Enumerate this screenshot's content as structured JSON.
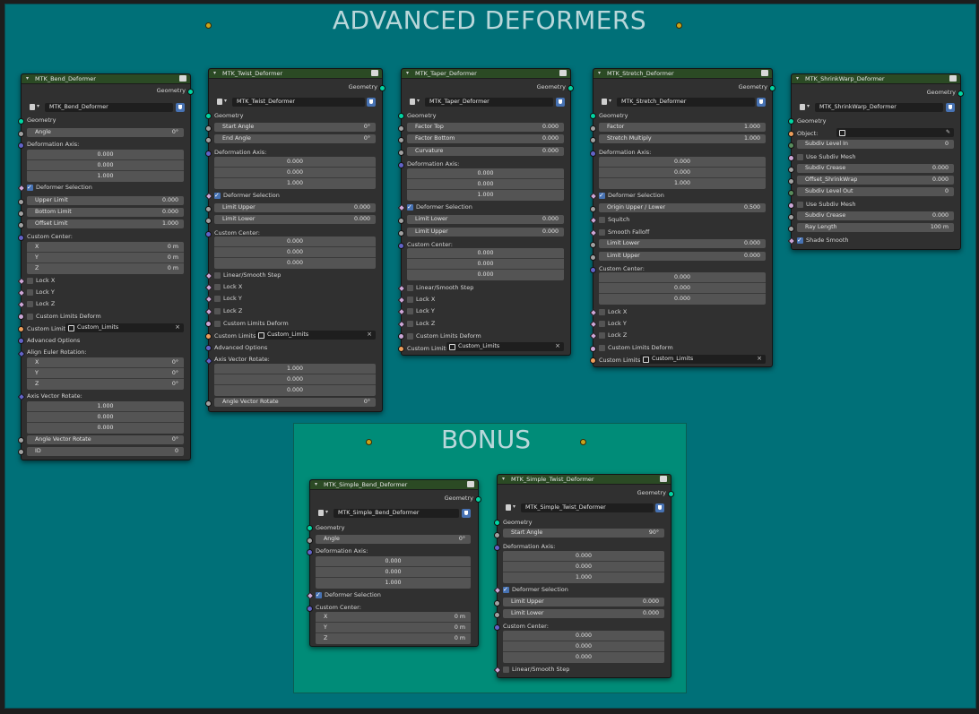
{
  "frames": {
    "main_title": "ADVANCED DEFORMERS",
    "bonus_title": "BONUS"
  },
  "icons": {
    "node_group": "node-group-icon",
    "fake_user": "shield-icon",
    "object": "object-icon",
    "clear": "close-icon",
    "eyedropper": "eyedropper-icon",
    "collapse": "chevron-down-icon"
  },
  "colors": {
    "frame_main": "#007078",
    "frame_bonus": "#008c78",
    "node_header": "#2b4a24",
    "node_body": "#303030",
    "socket_geometry": "#00d6a3",
    "socket_vector": "#6363c7",
    "socket_bool": "#cca6d6",
    "socket_object": "#ed9e5c",
    "checkbox_on": "#4772b3"
  },
  "nodes": {
    "bend": {
      "title": "MTK_Bend_Deformer",
      "output": "Geometry",
      "group": "MTK_Bend_Deformer",
      "geometry": "Geometry",
      "angle_label": "Angle",
      "angle_value": "0°",
      "axis_label": "Deformation Axis:",
      "axis": [
        "0.000",
        "0.000",
        "1.000"
      ],
      "sel_label": "Deformer Selection",
      "upper_label": "Upper Limit",
      "upper_value": "0.000",
      "bottom_label": "Bottom Limit",
      "bottom_value": "0.000",
      "offset_label": "Offset Limit",
      "offset_value": "1.000",
      "center_label": "Custom Center:",
      "center": [
        [
          "X",
          "0 m"
        ],
        [
          "Y",
          "0 m"
        ],
        [
          "Z",
          "0 m"
        ]
      ],
      "lockx": "Lock X",
      "locky": "Lock Y",
      "lockz": "Lock Z",
      "custom_deform": "Custom Limits Deform",
      "custom_limits_label": "Custom Limits:",
      "custom_limits_value": "Custom_Limits",
      "advanced": "Advanced Options",
      "euler_label": "Align Euler Rotation:",
      "euler": [
        [
          "X",
          "0°"
        ],
        [
          "Y",
          "0°"
        ],
        [
          "Z",
          "0°"
        ]
      ],
      "avr_label": "Axis Vector Rotate:",
      "avr": [
        "1.000",
        "0.000",
        "0.000"
      ],
      "ava_label": "Angle Vector Rotate",
      "ava_value": "0°",
      "id_label": "ID",
      "id_value": "0"
    },
    "twist": {
      "title": "MTK_Twist_Deformer",
      "output": "Geometry",
      "group": "MTK_Twist_Deformer",
      "geometry": "Geometry",
      "start_label": "Start Angle",
      "start_value": "0°",
      "end_label": "End Angle",
      "end_value": "0°",
      "axis_label": "Deformation Axis:",
      "axis": [
        "0.000",
        "0.000",
        "1.000"
      ],
      "sel_label": "Deformer Selection",
      "lupper_label": "Limit Upper",
      "lupper_value": "0.000",
      "llower_label": "Limit Lower",
      "llower_value": "0.000",
      "center_label": "Custom Center:",
      "center": [
        "0.000",
        "0.000",
        "0.000"
      ],
      "linear": "Linear/Smooth Step",
      "lockx": "Lock X",
      "locky": "Lock Y",
      "lockz": "Lock Z",
      "custom_deform": "Custom Limits Deform",
      "custom_limits_label": "Custom Limits:",
      "custom_limits_value": "Custom_Limits",
      "advanced": "Advanced Options",
      "avr_label": "Axis Vector Rotate:",
      "avr": [
        "1.000",
        "0.000",
        "0.000"
      ],
      "ava_label": "Angle Vector Rotate",
      "ava_value": "0°"
    },
    "taper": {
      "title": "MTK_Taper_Deformer",
      "output": "Geometry",
      "group": "MTK_Taper_Deformer",
      "geometry": "Geometry",
      "ftop_label": "Factor Top",
      "ftop_value": "0.000",
      "fbot_label": "Factor Bottom",
      "fbot_value": "0.000",
      "curv_label": "Curvature",
      "curv_value": "0.000",
      "axis_label": "Deformation Axis:",
      "axis": [
        "0.000",
        "0.000",
        "1.000"
      ],
      "sel_label": "Deformer Selection",
      "llower_label": "Limit Lower",
      "llower_value": "0.000",
      "lupper_label": "Limit Upper",
      "lupper_value": "0.000",
      "center_label": "Custom Center:",
      "center": [
        "0.000",
        "0.000",
        "0.000"
      ],
      "linear": "Linear/Smooth Step",
      "lockx": "Lock X",
      "locky": "Lock Y",
      "lockz": "Lock Z",
      "custom_deform": "Custom Limits Deform",
      "custom_limits_label": "Custom Limits:",
      "custom_limits_value": "Custom_Limits"
    },
    "stretch": {
      "title": "MTK_Stretch_Deformer",
      "output": "Geometry",
      "group": "MTK_Stretch_Deformer",
      "geometry": "Geometry",
      "factor_label": "Factor",
      "factor_value": "1.000",
      "smul_label": "Stretch Multiply",
      "smul_value": "1.000",
      "axis_label": "Deformation Axis:",
      "axis": [
        "0.000",
        "0.000",
        "1.000"
      ],
      "sel_label": "Deformer Selection",
      "origin_label": "Origin Upper / Lower",
      "origin_value": "0.500",
      "squitch": "Squitch",
      "falloff": "Smooth Falloff",
      "llower_label": "Limit Lower",
      "llower_value": "0.000",
      "lupper_label": "Limit Upper",
      "lupper_value": "0.000",
      "center_label": "Custom Center:",
      "center": [
        "0.000",
        "0.000",
        "0.000"
      ],
      "lockx": "Lock X",
      "locky": "Lock Y",
      "lockz": "Lock Z",
      "custom_deform": "Custom Limits Deform",
      "custom_limits_label": "Custom Limits:",
      "custom_limits_value": "Custom_Limits"
    },
    "shrink": {
      "title": "MTK_ShrinkWarp_Deformer",
      "output": "Geometry",
      "group": "MTK_ShrinkWarp_Deformer",
      "geometry": "Geometry",
      "object_label": "Object:",
      "sli_label": "Subdiv Level In",
      "sli_value": "0",
      "usm1": "Use Subdiv Mesh",
      "sc1_label": "Subdiv Crease",
      "sc1_value": "0.000",
      "osw_label": "Offset_ShrinkWrap",
      "osw_value": "0.000",
      "slo_label": "Subdiv Level Out",
      "slo_value": "0",
      "usm2": "Use Subdiv Mesh",
      "sc2_label": "Subdiv Crease",
      "sc2_value": "0.000",
      "ray_label": "Ray Length",
      "ray_value": "100 m",
      "shade": "Shade Smooth"
    },
    "sbend": {
      "title": "MTK_Simple_Bend_Deformer",
      "output": "Geometry",
      "group": "MTK_Simple_Bend_Deformer",
      "geometry": "Geometry",
      "angle_label": "Angle",
      "angle_value": "0°",
      "axis_label": "Deformation Axis:",
      "axis": [
        "0.000",
        "0.000",
        "1.000"
      ],
      "sel_label": "Deformer Selection",
      "center_label": "Custom Center:",
      "center": [
        [
          "X",
          "0 m"
        ],
        [
          "Y",
          "0 m"
        ],
        [
          "Z",
          "0 m"
        ]
      ]
    },
    "stwist": {
      "title": "MTK_Simple_Twist_Deformer",
      "output": "Geometry",
      "group": "MTK_Simple_Twist_Deformer",
      "geometry": "Geometry",
      "start_label": "Start Angle",
      "start_value": "90°",
      "axis_label": "Deformation Axis:",
      "axis": [
        "0.000",
        "0.000",
        "1.000"
      ],
      "sel_label": "Deformer Selection",
      "lupper_label": "Limit Upper",
      "lupper_value": "0.000",
      "llower_label": "Limit Lower",
      "llower_value": "0.000",
      "center_label": "Custom Center:",
      "center": [
        "0.000",
        "0.000",
        "0.000"
      ],
      "linear": "Linear/Smooth Step"
    }
  }
}
